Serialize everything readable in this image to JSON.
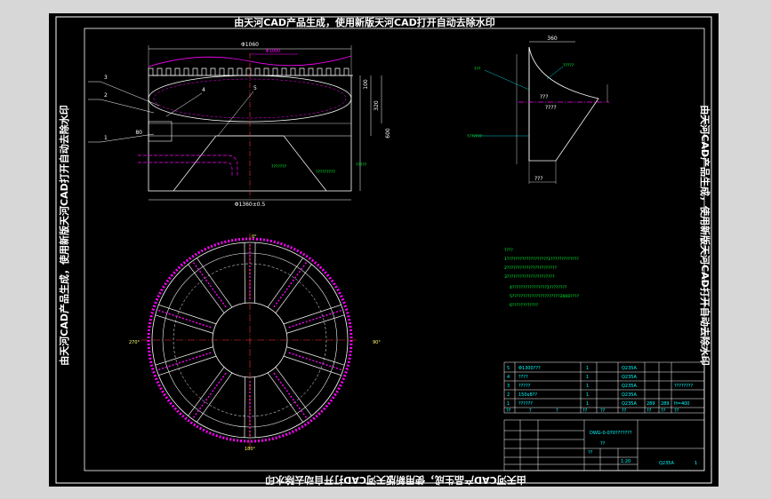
{
  "watermark": {
    "top": "由天河CAD产品生成，使用新版天河CAD打开自动去除水印",
    "bottom": "由天河CAD产品生成，使用新版天河CAD打开自动去除水印",
    "left": "由天河CAD产品生成，使用新版天河CAD打开自动去除水印",
    "right": "由天河CAD产品生成，使用新版天河CAD打开自动去除水印"
  },
  "callouts": [
    "1",
    "2",
    "3",
    "4",
    "5"
  ],
  "front_view": {
    "top_dim": "Φ1060",
    "right_dims": [
      "600",
      "320",
      "100"
    ],
    "left_dim": "80",
    "bottom_dim": "Φ1360±0.5"
  },
  "plan_view": {
    "angles": [
      "0°",
      "90°",
      "180°",
      "270°"
    ]
  },
  "detail": {
    "top_dim": "360",
    "bottom_dim": "???",
    "labels": [
      "?????",
      "???",
      "???",
      "???????",
      "????"
    ]
  },
  "notes": [
    "????",
    "1???????????????????1?????????????",
    "2???????????????????????",
    "3??????????????????????",
    "4????????????????1????????",
    "5??????????????????????2000????",
    "6????????????"
  ],
  "bom": {
    "rows": [
      {
        "no": "5",
        "name": "Φ1300???",
        "qty": "1",
        "mat": "Q235A",
        "note": ""
      },
      {
        "no": "4",
        "name": "????",
        "qty": "1",
        "mat": "Q235A",
        "note": ""
      },
      {
        "no": "3",
        "name": "?????",
        "qty": "1",
        "mat": "Q235A",
        "note": "????????"
      },
      {
        "no": "2",
        "name": "150x8??",
        "qty": "1",
        "mat": "Q235A",
        "note": ""
      },
      {
        "no": "1",
        "name": "??????",
        "qty": "1",
        "mat": "Q235A",
        "note": "H=400"
      }
    ],
    "header": [
      "??",
      "?",
      "?",
      "??",
      "??",
      "??",
      "??"
    ],
    "weights": [
      "289",
      "289"
    ],
    "weight_head": [
      "??",
      "??"
    ]
  },
  "title_block": {
    "drawing_no": "DWG-0-070???????",
    "material": "Q235A",
    "sheet": "1",
    "scale": "1:20",
    "count": "??",
    "extra": "??"
  }
}
